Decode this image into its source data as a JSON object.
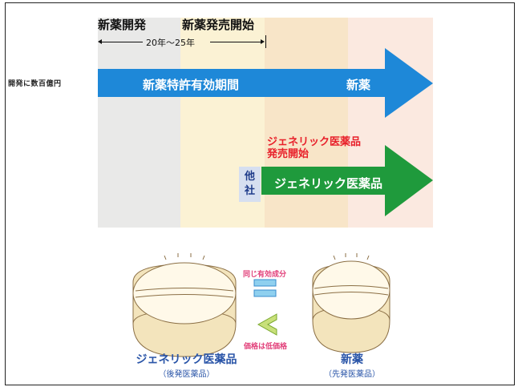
{
  "side_label": "開発に数百億円",
  "timeline": {
    "phase_dev": "新薬開発",
    "phase_launch": "新薬発売開始",
    "range": "20年〜25年",
    "patent_bar": "新薬特許有効期間",
    "new_drug_bar": "新薬",
    "generic_launch_line1": "ジェネリック医薬品",
    "generic_launch_line2": "発売開始",
    "other_company_line1": "他",
    "other_company_line2": "社",
    "generic_bar": "ジェネリック医薬品",
    "colors": {
      "blue": "#1e88d8",
      "green": "#1f9a3c",
      "red": "#e8202a"
    }
  },
  "comparison": {
    "left_main": "ジェネリック医薬品",
    "left_sub": "（後発医薬品）",
    "right_main": "新薬",
    "right_sub": "（先発医薬品）",
    "same_ingredient": "同じ有効成分",
    "price_lower": "価格は低価格",
    "icons": [
      "pill-icon",
      "equals-icon",
      "less-than-icon"
    ]
  }
}
